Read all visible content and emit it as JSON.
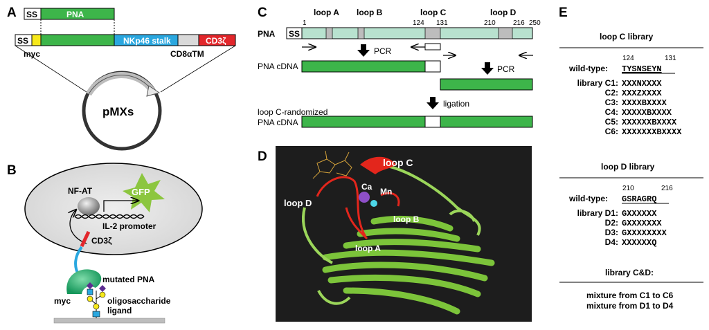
{
  "panels": {
    "a": "A",
    "b": "B",
    "c": "C",
    "d": "D",
    "e": "E"
  },
  "panel_a": {
    "ss_top": "SS",
    "pna": "PNA",
    "ss_bottom": "SS",
    "nkp46": "NKp46 stalk",
    "cd3z": "CD3ζ",
    "myc": "myc",
    "cd8tm": "CD8αTM",
    "plasmid": "pMXs",
    "colors": {
      "green": "#3db54a",
      "blue": "#2aa7df",
      "red": "#e2262b",
      "yellow": "#f7e91b",
      "grey": "#d9d9d9"
    }
  },
  "panel_b": {
    "nfat": "NF-AT",
    "gfp": "GFP",
    "promoter": "IL-2 promoter",
    "cd3z": "CD3ζ",
    "mutated_pna": "mutated PNA",
    "myc": "myc",
    "ligand_line1": "oligosaccharide",
    "ligand_line2": "ligand"
  },
  "panel_c": {
    "loops": [
      "loop A",
      "loop B",
      "loop C",
      "loop D"
    ],
    "positions": [
      "1",
      "124",
      "131",
      "210",
      "216",
      "250"
    ],
    "pna": "PNA",
    "ss": "SS",
    "pcr1": "PCR",
    "pcr2": "PCR",
    "cdna": "PNA cDNA",
    "ligation": "ligation",
    "randomized_line1": "loop C-randomized",
    "randomized_line2": "PNA cDNA",
    "colors": {
      "pna_bar": "#b8e2cf",
      "loop": "#bdbdbd",
      "cdna": "#3db54a"
    }
  },
  "panel_d": {
    "loop_c": "loop C",
    "loop_d": "loop D",
    "loop_b": "loop B",
    "loop_a": "loop A",
    "ca": "Ca",
    "mn": "Mn"
  },
  "panel_e": {
    "loopc_title": "loop C library",
    "loopc_pos_start": "124",
    "loopc_pos_end": "131",
    "wildtype_label": "wild-type:",
    "loopc_wt": "TYSNSEYN",
    "loopc_rows": [
      {
        "label": "library C1:",
        "seq": "XXXNXXXX"
      },
      {
        "label": "C2:",
        "seq": "XXXZXXXX"
      },
      {
        "label": "C3:",
        "seq": "XXXXBXXXX"
      },
      {
        "label": "C4:",
        "seq": "XXXXXBXXXX"
      },
      {
        "label": "C5:",
        "seq": "XXXXXXBXXXX"
      },
      {
        "label": "C6:",
        "seq": "XXXXXXXBXXXX"
      }
    ],
    "loopd_title": "loop D library",
    "loopd_pos_start": "210",
    "loopd_pos_end": "216",
    "loopd_wt": "GSRAGRQ",
    "loopd_rows": [
      {
        "label": "library D1:",
        "seq": "GXXXXXX"
      },
      {
        "label": "D2:",
        "seq": "GXXXXXXX"
      },
      {
        "label": "D3:",
        "seq": "GXXXXXXXX"
      },
      {
        "label": "D4:",
        "seq": "XXXXXXQ"
      }
    ],
    "cd_title": "library C&D:",
    "cd_line1": "mixture from C1 to C6",
    "cd_line2": "mixture from D1 to D4"
  }
}
